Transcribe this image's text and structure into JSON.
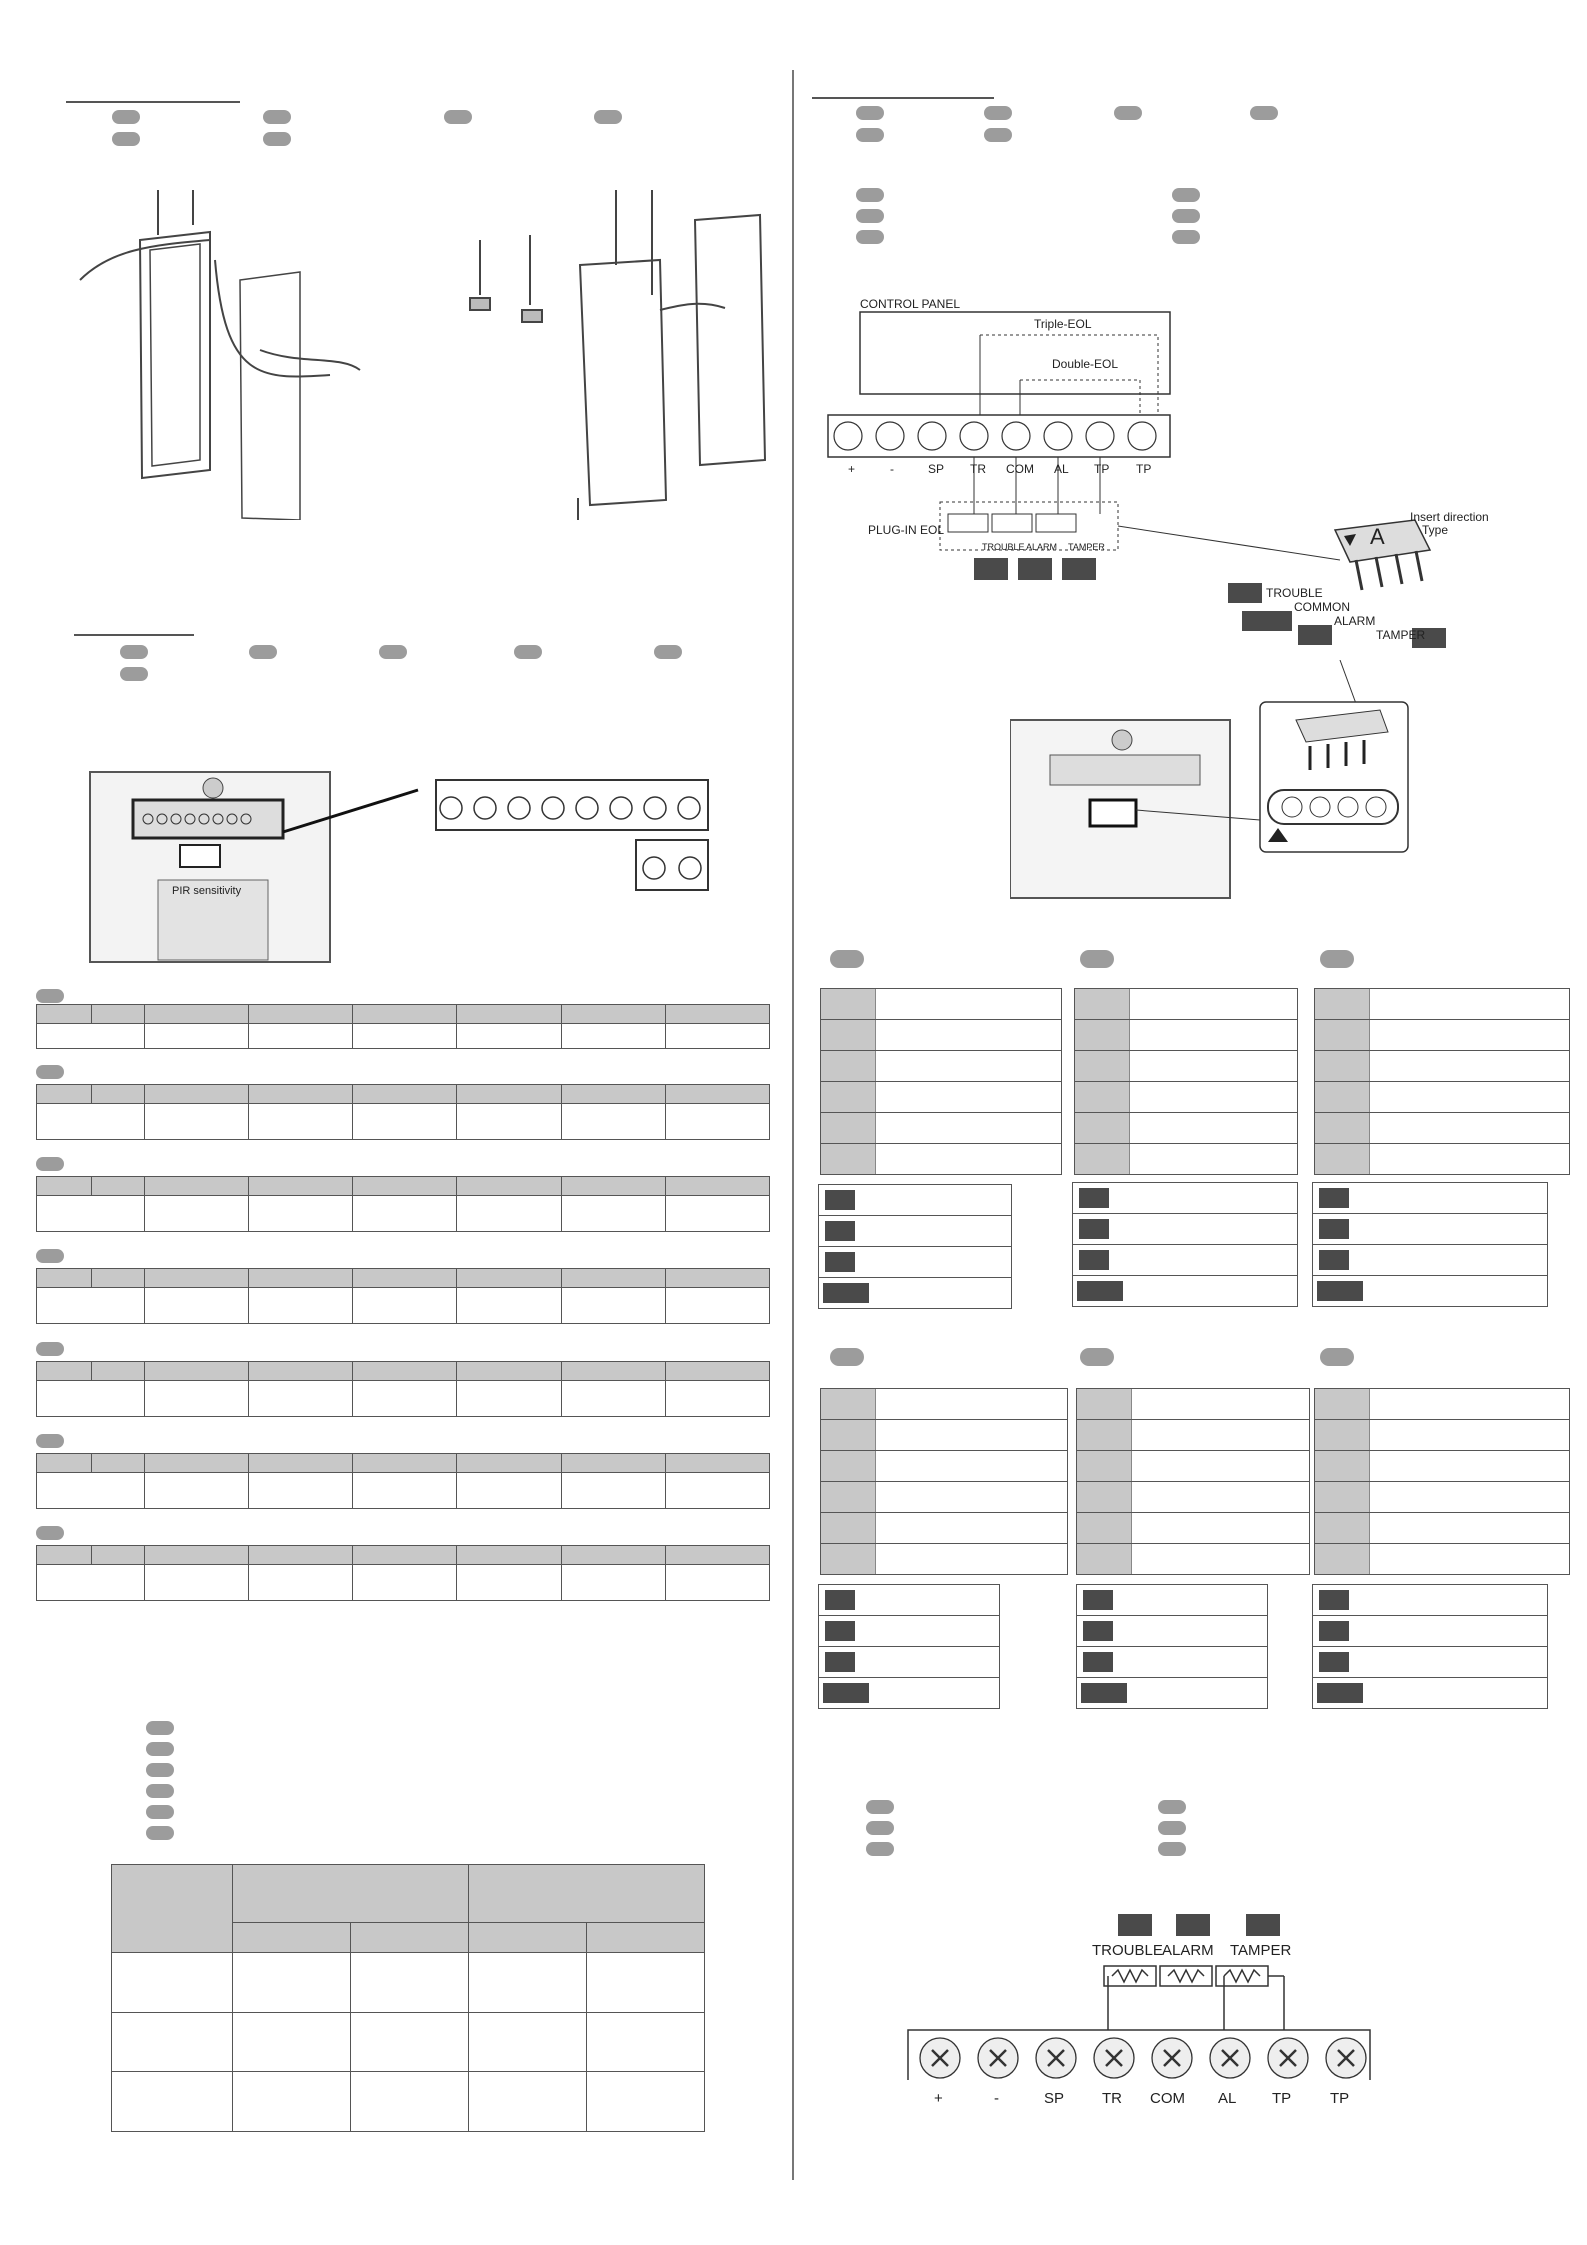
{
  "wiring": {
    "control_panel_label": "CONTROL PANEL",
    "triple_eol_label": "Triple-EOL",
    "double_eol_label": "Double-EOL",
    "plug_in_eol_label": "PLUG-IN EOL",
    "insert_direction_label": "Insert direction",
    "type_label": "Type",
    "eol_type_letter": "A",
    "terminals": [
      "+",
      "-",
      "SP",
      "TR",
      "COM",
      "AL",
      "TP",
      "TP"
    ],
    "resistor_labels": [
      "TROUBLE",
      "ALARM",
      "TAMPER"
    ],
    "pin_labels": [
      "TROUBLE",
      "COMMON",
      "ALARM",
      "TAMPER"
    ]
  },
  "terminal_block_small": {
    "pcb_label": "PIR sensitivity"
  },
  "bottom_wiring": {
    "resistor_labels": [
      "TROUBLE",
      "ALARM",
      "TAMPER"
    ],
    "terminals": [
      "+",
      "-",
      "SP",
      "TR",
      "COM",
      "AL",
      "TP",
      "TP"
    ]
  },
  "colors": {
    "pill": "#9c9c9c",
    "dark_box": "#4a4a4a",
    "header_fill": "#c8c8c8"
  }
}
